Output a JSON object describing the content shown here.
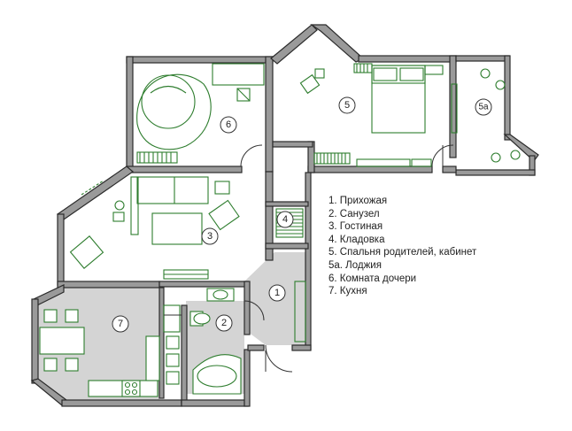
{
  "room_markers": [
    {
      "id": "room-marker-1",
      "label": "1"
    },
    {
      "id": "room-marker-2",
      "label": "2"
    },
    {
      "id": "room-marker-3",
      "label": "3"
    },
    {
      "id": "room-marker-4",
      "label": "4"
    },
    {
      "id": "room-marker-5",
      "label": "5"
    },
    {
      "id": "room-marker-5a",
      "label": "5a"
    },
    {
      "id": "room-marker-6",
      "label": "6"
    },
    {
      "id": "room-marker-7",
      "label": "7"
    }
  ],
  "legend": {
    "items": [
      "1. Прихожая",
      "2. Санузел",
      "3. Гостиная",
      "4. Кладовка",
      "5. Спальня родителей, кабинет",
      "5а. Лоджия",
      "6. Комната дочери",
      "7. Кухня"
    ]
  },
  "colors": {
    "wall": "#9a9a9a",
    "furniture": "#2e7d2e",
    "floor_gray": "#d4d4d4"
  }
}
